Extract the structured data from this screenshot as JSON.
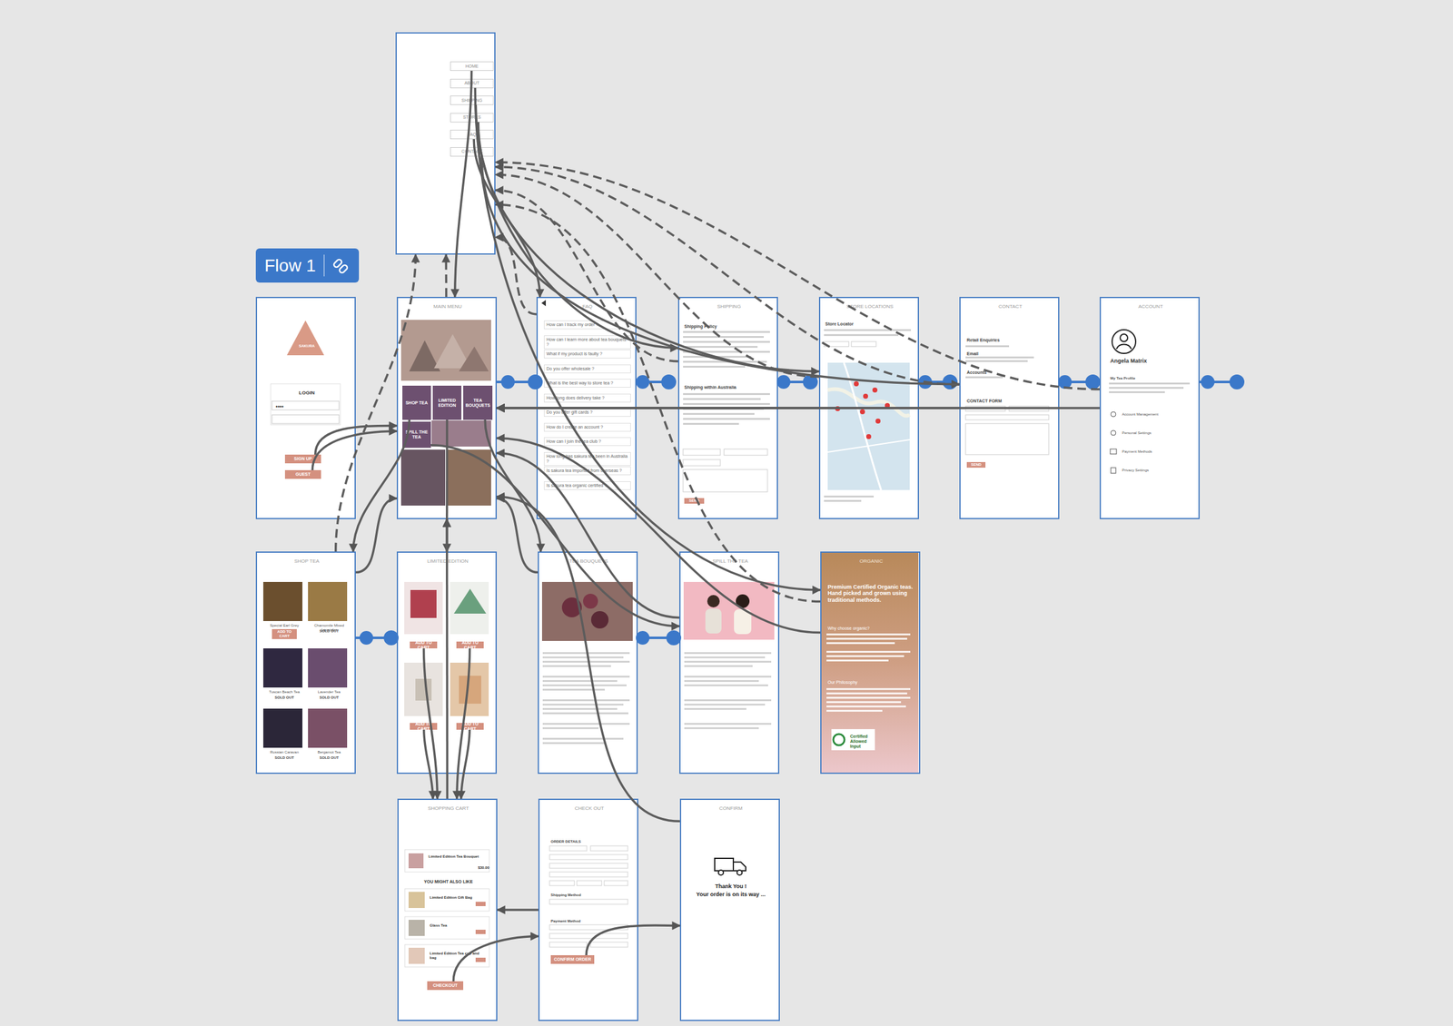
{
  "diagram": {
    "nodes": [
      {
        "text": [
          "Flow 1"
        ]
      },
      {
        "text": []
      },
      {
        "text": [
          "HOME"
        ],
        "in": 1
      },
      {
        "text": [
          "ABOUT"
        ],
        "in": 1
      },
      {
        "text": [
          "SHIPPING"
        ],
        "in": 1
      },
      {
        "text": [
          "STORES"
        ],
        "in": 1
      },
      {
        "text": [
          "FAQ"
        ],
        "in": 1
      },
      {
        "text": [
          "CONTACT"
        ],
        "in": 1
      },
      {
        "text": [
          "SAKURA",
          "LOGIN",
          "••••"
        ]
      },
      {
        "text": [
          "SIGN UP"
        ],
        "in": 8
      },
      {
        "text": [
          "GUEST"
        ],
        "in": 8
      },
      {
        "text": [
          "MAIN MENU"
        ]
      },
      {
        "text": [
          "SHOP TEA"
        ],
        "in": 11
      },
      {
        "text": [
          "LIMITED EDITION"
        ],
        "in": 11
      },
      {
        "text": [
          "TEA BOUQUETS"
        ],
        "in": 11
      },
      {
        "text": [
          "SPILL THE TEA"
        ],
        "in": 11
      },
      {
        "text": [
          "FAQ",
          "How can I track my order ?",
          "How can I learn more about tea bouquets ?",
          "What if my product is faulty ?",
          "Do you offer wholesale ?",
          "What is the best way to store tea ?",
          "How long does delivery take ?",
          "Do you offer gift cards ?",
          "How do I create an account ?",
          "How can I join the tea club ?",
          "How long has sakura tea been in Australia ?",
          "Is sakura tea imported from overseas ?",
          "Is sakura tea organic certified ?"
        ]
      },
      {
        "text": [
          "SHIPPING",
          "Shipping Policy",
          "Shipping within Australia",
          "SEND"
        ]
      },
      {
        "text": [
          "STORE LOCATIONS",
          "Store Locator"
        ]
      },
      {
        "text": [
          "CONTACT",
          "Retail Enquiries",
          "Email",
          "Accounts",
          "CONTACT FORM",
          "SEND"
        ]
      },
      {
        "text": [
          "ACCOUNT",
          "Angela Matrix",
          "My Tea Profile",
          "Account Management",
          "Personal Settings",
          "Payment Methods",
          "Privacy Settings"
        ]
      },
      {
        "text": [
          "SHOP TEA",
          "Special Earl Grey",
          "ADD TO CART",
          "Chamomile Mixed Lavender",
          "SOLD OUT",
          "Tuscan Beach Tea",
          "SOLD OUT",
          "Lavender Tea",
          "SOLD OUT",
          "Russian Caravan",
          "SOLD OUT",
          "Bergamot Tea",
          "SOLD OUT"
        ]
      },
      {
        "text": [
          "LIMITED EDITION"
        ]
      },
      {
        "text": [
          "ADD TO CART"
        ],
        "in": 22
      },
      {
        "text": [
          "ADD TO CART"
        ],
        "in": 22
      },
      {
        "text": [
          "ADD TO CART"
        ],
        "in": 22
      },
      {
        "text": [
          "ADD TO CART"
        ],
        "in": 22
      },
      {
        "text": [
          "TEA BOUQUETS"
        ]
      },
      {
        "text": [
          "SPILL THE TEA"
        ]
      },
      {
        "text": [
          "ORGANIC",
          "Premium Certified Organic teas. Hand picked and grown using traditional methods.",
          "Why choose organic?",
          "Our Philosophy",
          "Certified Allowed Input"
        ]
      },
      {
        "text": [
          "SHOPPING CART",
          "Limited Edition Tea Bouquet",
          "$30.00",
          "YOU MIGHT ALSO LIKE",
          "Limited Edition Gift Bag",
          "Glass Tea",
          "Limited Edition Tea cup and bag"
        ]
      },
      {
        "text": [
          "CHECKOUT"
        ],
        "in": 30
      },
      {
        "text": [
          "CHECK OUT",
          "ORDER DETAILS",
          "Shipping Method",
          "Payment Method"
        ]
      },
      {
        "text": [
          "CONFIRM ORDER"
        ],
        "in": 32
      },
      {
        "text": [
          "CONFIRM",
          "Thank You !",
          "Your order is on its way ..."
        ]
      }
    ],
    "edges": [
      {
        "from": 2,
        "to": 11,
        "arrow": "to"
      },
      {
        "from": 3,
        "to": 29,
        "arrow": "to"
      },
      {
        "from": 4,
        "to": 17,
        "arrow": "to"
      },
      {
        "from": 5,
        "to": 18,
        "arrow": "to"
      },
      {
        "from": 6,
        "to": 16,
        "arrow": "to"
      },
      {
        "from": 7,
        "to": 19,
        "arrow": "to"
      },
      {
        "from": 9,
        "to": 11,
        "arrow": "to"
      },
      {
        "from": 10,
        "to": 11,
        "arrow": "to"
      },
      {
        "from": 12,
        "to": 21,
        "arrow": "to"
      },
      {
        "from": 13,
        "to": 22,
        "arrow": "to"
      },
      {
        "from": 14,
        "to": 27,
        "arrow": "to"
      },
      {
        "from": 15,
        "to": 28,
        "arrow": "to"
      },
      {
        "from": 11,
        "to": 1,
        "arrow": "to"
      },
      {
        "from": 16,
        "to": 1,
        "arrow": "to"
      },
      {
        "from": 17,
        "to": 1,
        "arrow": "to"
      },
      {
        "from": 18,
        "to": 1,
        "arrow": "to"
      },
      {
        "from": 19,
        "to": 1,
        "arrow": "to"
      },
      {
        "from": 20,
        "to": 1,
        "arrow": "to"
      },
      {
        "from": 29,
        "to": 1,
        "arrow": "to"
      },
      {
        "from": 21,
        "to": 1,
        "arrow": "to"
      },
      {
        "from": 16,
        "to": 11,
        "arrow": "to"
      },
      {
        "from": 17,
        "to": 11,
        "arrow": "to"
      },
      {
        "from": 18,
        "to": 11,
        "arrow": "to"
      },
      {
        "from": 19,
        "to": 11,
        "arrow": "to"
      },
      {
        "from": 20,
        "to": 11,
        "arrow": "to"
      },
      {
        "from": 21,
        "to": 11,
        "arrow": "to"
      },
      {
        "from": 22,
        "to": 11,
        "arrow": "to"
      },
      {
        "from": 27,
        "to": 11,
        "arrow": "to"
      },
      {
        "from": 28,
        "to": 11,
        "arrow": "to"
      },
      {
        "from": 29,
        "to": 11,
        "arrow": "to"
      },
      {
        "from": 30,
        "to": 11,
        "arrow": "to"
      },
      {
        "from": 23,
        "to": 30,
        "arrow": "to"
      },
      {
        "from": 24,
        "to": 30,
        "arrow": "to"
      },
      {
        "from": 25,
        "to": 30,
        "arrow": "to"
      },
      {
        "from": 26,
        "to": 30,
        "arrow": "to"
      },
      {
        "from": 31,
        "to": 32,
        "arrow": "to"
      },
      {
        "from": 32,
        "to": 30,
        "arrow": "to"
      },
      {
        "from": 33,
        "to": 34,
        "arrow": "to"
      },
      {
        "from": 34,
        "to": 11,
        "arrow": "to"
      }
    ]
  }
}
